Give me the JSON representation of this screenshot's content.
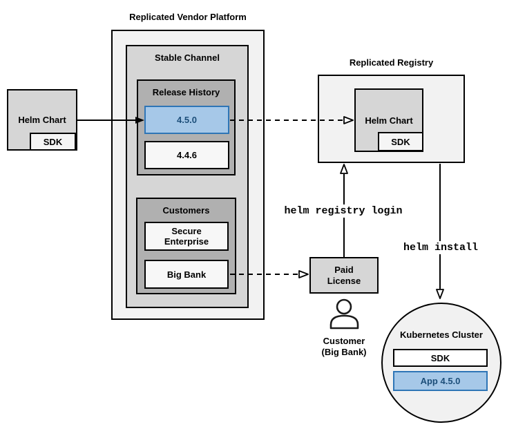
{
  "platform": {
    "title": "Replicated Vendor Platform",
    "stable_channel_label": "Stable Channel",
    "release_history_label": "Release History",
    "releases": [
      {
        "version": "4.5.0",
        "highlighted": true
      },
      {
        "version": "4.4.6",
        "highlighted": false
      }
    ],
    "customers_label": "Customers",
    "customers": [
      {
        "line1": "Secure",
        "line2": "Enterprise"
      },
      {
        "line1": "Big Bank"
      }
    ]
  },
  "vendor_helm_chart": {
    "label": "Helm Chart",
    "sdk": "SDK"
  },
  "registry": {
    "title": "Replicated Registry",
    "helm_chart_label": "Helm Chart",
    "sdk": "SDK"
  },
  "paid_license": {
    "line1": "Paid",
    "line2": "License"
  },
  "commands": {
    "registry_login": "helm registry login",
    "install": "helm install"
  },
  "customer": {
    "line1": "Customer",
    "line2": "(Big Bank)"
  },
  "kubernetes": {
    "title": "Kubernetes Cluster",
    "sdk": "SDK",
    "app": "App 4.5.0"
  },
  "colors": {
    "highlight_fill": "#A6C8E8",
    "highlight_border": "#2E75B6",
    "highlight_text": "#1C4E79",
    "container_light": "#F2F2F2",
    "container_medium": "#D6D6D6",
    "container_dark": "#B0B0B0",
    "item_light": "#F7F7F7",
    "line": "#000000"
  }
}
